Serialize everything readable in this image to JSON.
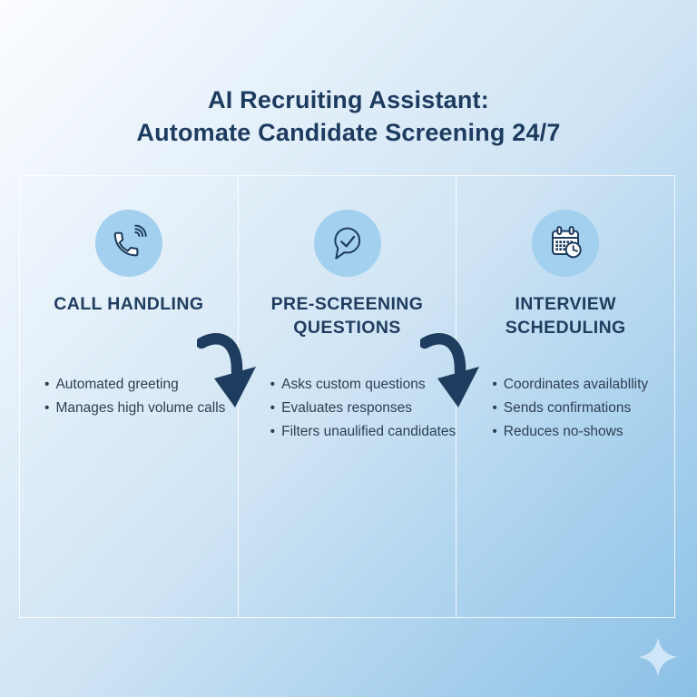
{
  "title": {
    "line1": "AI Recruiting Assistant:",
    "line2": "Automate Candidate Screening 24/7"
  },
  "columns": [
    {
      "icon": "phone-call-icon",
      "heading": "CALL HANDLING",
      "bullets": [
        "Automated greeting",
        "Manages high volume calls"
      ]
    },
    {
      "icon": "chat-check-icon",
      "heading": "PRE-SCREENING QUESTIONS",
      "bullets": [
        "Asks custom questions",
        "Evaluates responses",
        "Filters unaulified candidates"
      ]
    },
    {
      "icon": "calendar-clock-icon",
      "heading": "INTERVIEW SCHEDULING",
      "bullets": [
        "Coordinates availabllity",
        "Sends confirmations",
        "Reduces no-shows"
      ]
    }
  ],
  "decorations": {
    "arrow_icon": "curved-arrow-icon",
    "sparkle_icon": "sparkle-icon"
  },
  "colors": {
    "navy_accent": "#1e3c5e",
    "title_text": "#1d3b5f",
    "body_text": "#2d3f52",
    "icon_circle": "#a3d0ee",
    "panel_border": "#ffffff",
    "background_top_left": "#fcfdff",
    "background_bottom_right": "#8cc1e6",
    "sparkle": "#cfe6f8"
  }
}
